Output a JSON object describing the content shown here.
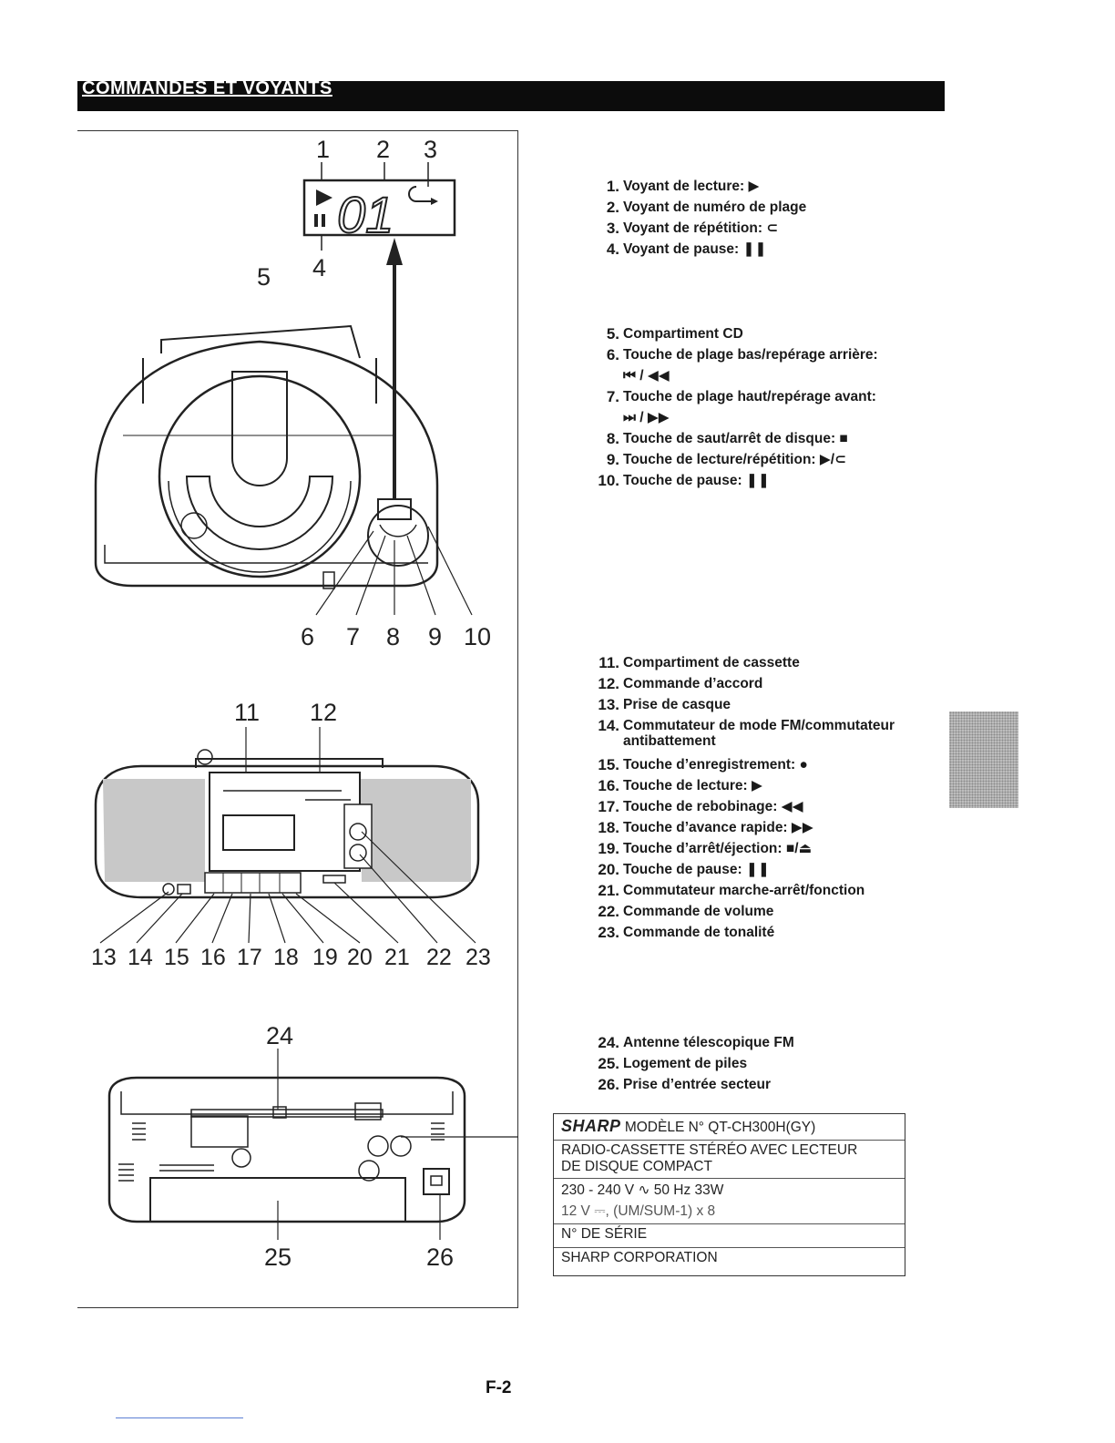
{
  "header": {
    "title": "COMMANDES ET VOYANTS"
  },
  "callouts": {
    "display": [
      "1",
      "2",
      "3",
      "4"
    ],
    "cd": [
      "5",
      "6",
      "7",
      "8",
      "9",
      "10"
    ],
    "front": [
      "11",
      "12",
      "13",
      "14",
      "15",
      "16",
      "17",
      "18",
      "19",
      "20",
      "21",
      "22",
      "23"
    ],
    "back": [
      "24",
      "25",
      "26"
    ]
  },
  "lcd_digits": "01",
  "legend": {
    "group1": [
      {
        "num": "1.",
        "label": "Voyant de lecture: ▶"
      },
      {
        "num": "2.",
        "label": "Voyant de numéro de plage"
      },
      {
        "num": "3.",
        "label": "Voyant de répétition: ⊂"
      },
      {
        "num": "4.",
        "label": "Voyant de pause: ❚❚"
      }
    ],
    "group2": [
      {
        "num": "5.",
        "label": "Compartiment CD",
        "sub": ""
      },
      {
        "num": "6.",
        "label": "Touche de plage bas/repérage arrière:",
        "sub": "⏮ / ◀◀"
      },
      {
        "num": "7.",
        "label": "Touche de plage haut/repérage avant:",
        "sub": "⏭ / ▶▶"
      },
      {
        "num": "8.",
        "label": "Touche de saut/arrêt de disque: ■",
        "sub": ""
      },
      {
        "num": "9.",
        "label": "Touche de lecture/répétition: ▶/⊂",
        "sub": ""
      },
      {
        "num": "10.",
        "label": "Touche de pause: ❚❚",
        "sub": ""
      }
    ],
    "group3": [
      {
        "num": "11.",
        "label": "Compartiment de cassette",
        "sub": ""
      },
      {
        "num": "12.",
        "label": "Commande d’accord",
        "sub": ""
      },
      {
        "num": "13.",
        "label": "Prise de casque",
        "sub": ""
      },
      {
        "num": "14.",
        "label": "Commutateur de mode FM/commutateur",
        "sub": "antibattement"
      },
      {
        "num": "15.",
        "label": "Touche d’enregistrement: ●",
        "sub": ""
      },
      {
        "num": "16.",
        "label": "Touche de lecture: ▶",
        "sub": ""
      },
      {
        "num": "17.",
        "label": "Touche de rebobinage: ◀◀",
        "sub": ""
      },
      {
        "num": "18.",
        "label": "Touche d’avance rapide: ▶▶",
        "sub": ""
      },
      {
        "num": "19.",
        "label": "Touche d’arrêt/éjection: ■/⏏",
        "sub": ""
      },
      {
        "num": "20.",
        "label": "Touche de pause: ❚❚",
        "sub": ""
      },
      {
        "num": "21.",
        "label": "Commutateur marche-arrêt/fonction",
        "sub": ""
      },
      {
        "num": "22.",
        "label": "Commande de volume",
        "sub": ""
      },
      {
        "num": "23.",
        "label": "Commande de tonalité",
        "sub": ""
      }
    ],
    "group4": [
      {
        "num": "24.",
        "label": "Antenne télescopique FM"
      },
      {
        "num": "25.",
        "label": "Logement de piles"
      },
      {
        "num": "26.",
        "label": "Prise d’entrée secteur"
      }
    ]
  },
  "rating_plate": {
    "brand": "SHARP",
    "model": "MODÈLE N° QT-CH300H(GY)",
    "desc_line1": "RADIO-CASSETTE STÉRÉO AVEC LECTEUR",
    "desc_line2": "DE DISQUE COMPACT",
    "power_ac": "230 - 240 V ∿ 50 Hz 33W",
    "power_dc": "12 V ⎓, (UM/SUM-1) x 8",
    "serial": "N° DE SÉRIE",
    "maker": "SHARP CORPORATION"
  },
  "page_number": "F-2"
}
